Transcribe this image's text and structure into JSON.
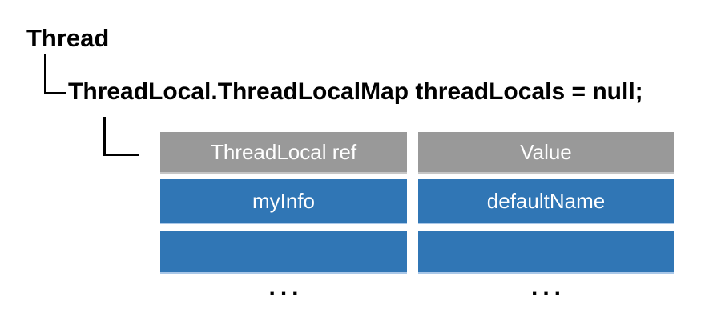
{
  "diagram": {
    "thread_label": "Thread",
    "declaration": "ThreadLocal.ThreadLocalMap threadLocals = null;",
    "table": {
      "columns": [
        {
          "header": "ThreadLocal ref",
          "cells": [
            "myInfo",
            ""
          ],
          "ellipsis": "..."
        },
        {
          "header": "Value",
          "cells": [
            "defaultName",
            ""
          ],
          "ellipsis": "..."
        }
      ]
    },
    "colors": {
      "header_bg": "#999999",
      "cell_bg": "#3076B5",
      "cell_edge": "#A9C7E8",
      "fill_text": "#FFFFFF",
      "line": "#000000"
    }
  }
}
